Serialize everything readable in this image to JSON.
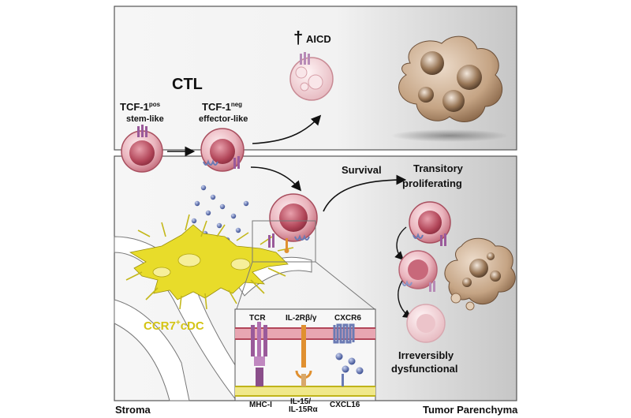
{
  "top_panel": {
    "title": "CTL",
    "stem_label_main": "TCF-1",
    "stem_label_sup": "pos",
    "stem_label_sub": "stem-like",
    "effector_label_main": "TCF-1",
    "effector_label_sup": "neg",
    "effector_label_sub": "effector-like",
    "death_symbol": "†",
    "death_label": "AICD"
  },
  "bottom_panel": {
    "survival_label": "Survival",
    "transitory_line1": "Transitory",
    "transitory_line2": "proliferating",
    "dysfunctional_line1": "Irreversibly",
    "dysfunctional_line2": "dysfunctional",
    "dc_label_main": "CCR7",
    "dc_label_sup": "+",
    "dc_label_rest": "cDC"
  },
  "inset": {
    "tcr": "TCR",
    "il2r": "IL-2Rβ/γ",
    "cxcr6": "CXCR6",
    "mhc": "MHC-I",
    "il15_line1": "IL-15/",
    "il15_line2": "IL-15Rα",
    "cxcl16": "CXCL16"
  },
  "footer": {
    "left": "Stroma",
    "right": "Tumor Parenchyma"
  },
  "colors": {
    "cell_membrane": "#c66b7a",
    "nucleus": "#a83a4c",
    "dc_yellow": "#e8dc2a",
    "dc_label": "#d4c414",
    "tumor_tan": "#b89878",
    "tcr_purple": "#9a5a9a",
    "il2r_orange": "#e09030",
    "cxcr6_blue": "#6a7ab4"
  }
}
